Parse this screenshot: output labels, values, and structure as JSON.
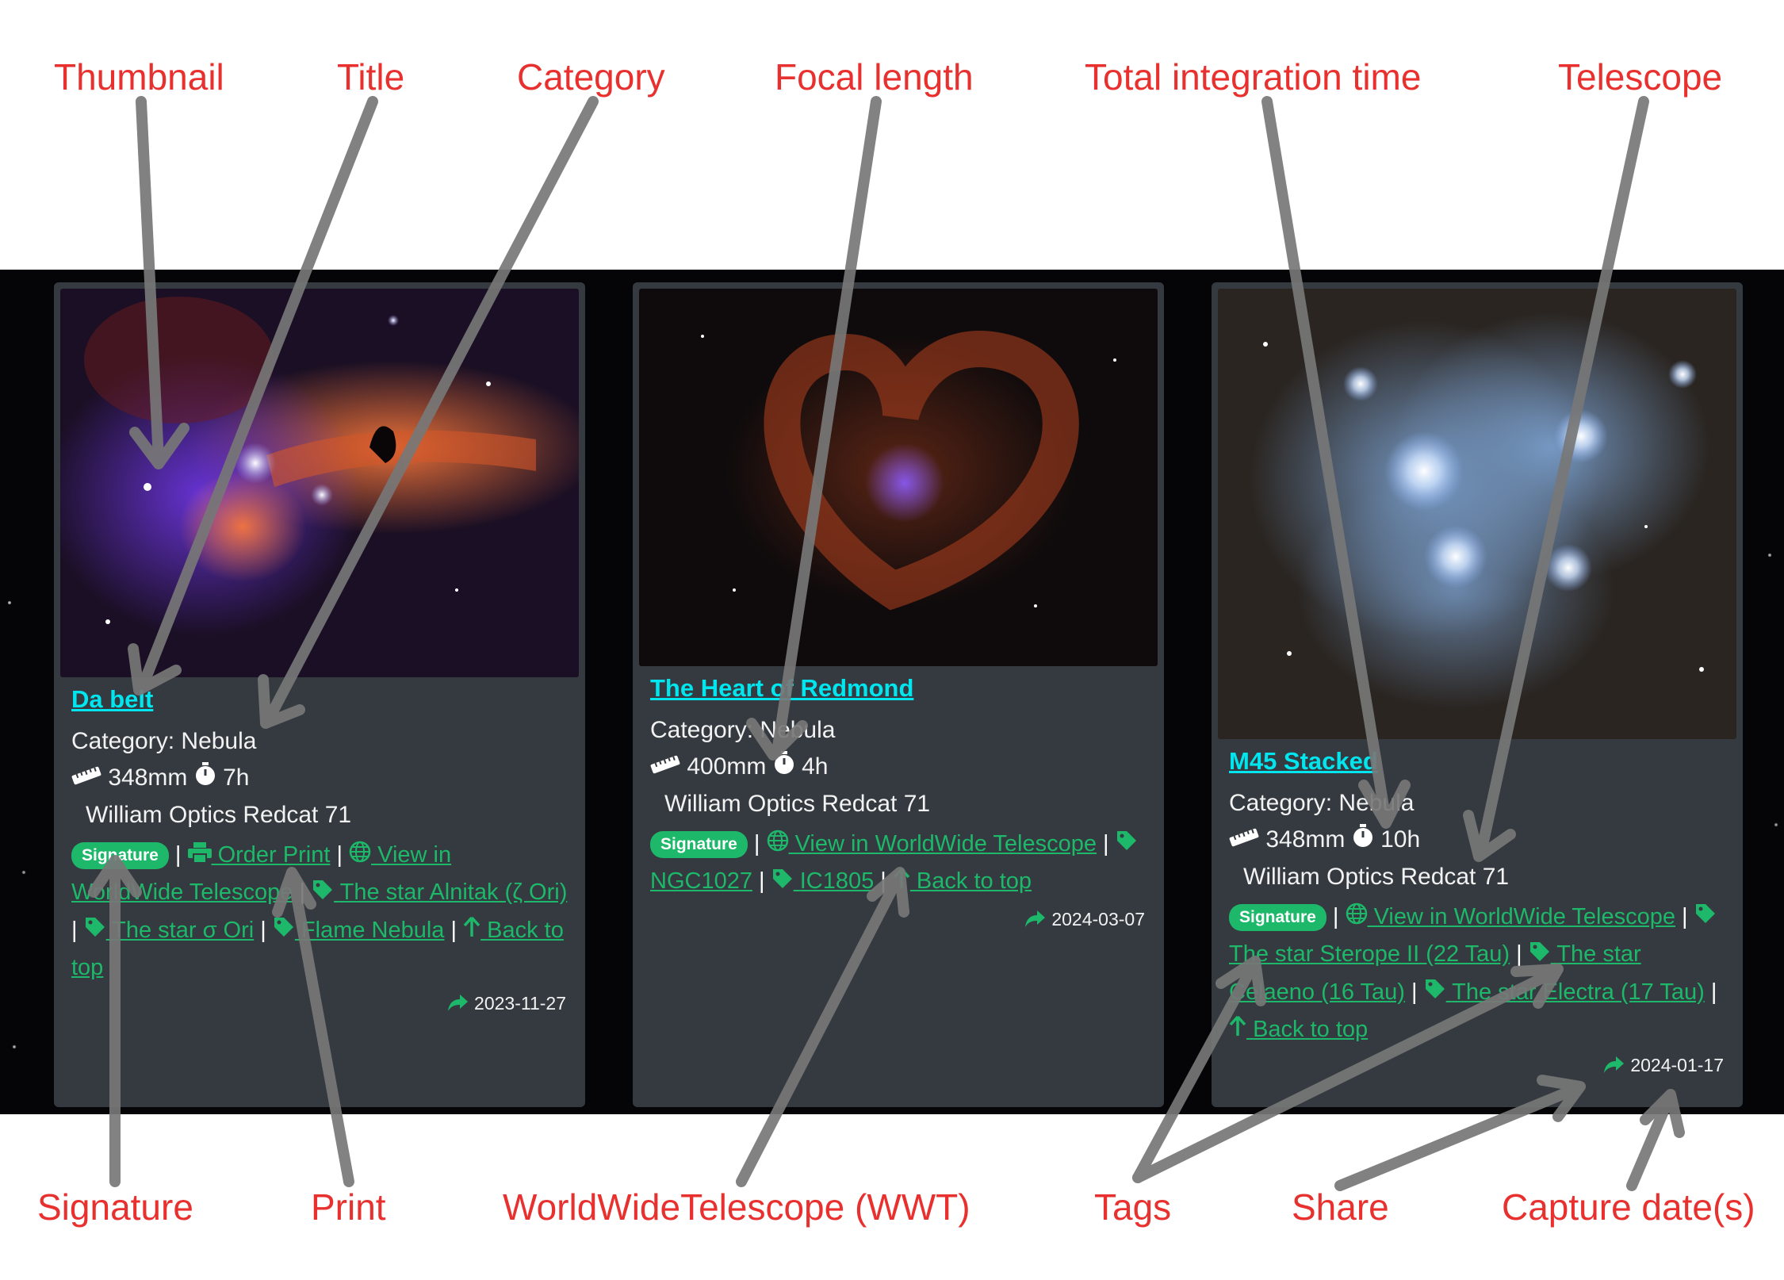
{
  "annotations": {
    "thumbnail": "Thumbnail",
    "title": "Title",
    "category": "Category",
    "focal_length": "Focal length",
    "total_integration_time": "Total  integration time",
    "telescope": "Telescope",
    "signature": "Signature",
    "print": "Print",
    "wwt": "WorldWideTelescope (WWT)",
    "tags": "Tags",
    "share": "Share",
    "capture_dates": "Capture date(s)"
  },
  "cards": [
    {
      "title": "Da belt",
      "category": "Category: Nebula",
      "focal": "348mm",
      "time": "7h",
      "telescope": "William Optics Redcat 71",
      "signature": "Signature",
      "links": [
        "Order Print",
        "View in WorldWide Telescope",
        "The star Alnitak (ζ Ori)",
        "The star σ Ori",
        "Flame Nebula",
        "Back to top"
      ],
      "date": "2023-11-27"
    },
    {
      "title": "The Heart of Redmond",
      "category": "Category: Nebula",
      "focal": "400mm",
      "time": "4h",
      "telescope": "William Optics Redcat 71",
      "signature": "Signature",
      "links": [
        "View in WorldWide Telescope",
        "NGC1027",
        "IC1805",
        "Back to top"
      ],
      "date": "2024-03-07"
    },
    {
      "title": "M45 Stacked",
      "category": "Category: Nebula",
      "focal": "348mm",
      "time": "10h",
      "telescope": "William Optics Redcat 71",
      "signature": "Signature",
      "links": [
        "View in WorldWide Telescope",
        "The star Sterope II (22 Tau)",
        "The star Celaeno (16 Tau)",
        "The star Electra (17 Tau)",
        "Back to top"
      ],
      "date": "2024-01-17"
    }
  ],
  "colors": {
    "annotation": "#e8312f",
    "arrow": "#777777",
    "link": "#1db86a",
    "title": "#00e5ee",
    "card": "#343a40",
    "band": "#050507"
  },
  "icons": [
    "ruler-icon",
    "stopwatch-icon",
    "print-icon",
    "globe-icon",
    "tag-icon",
    "arrow-up-icon",
    "share-icon"
  ]
}
